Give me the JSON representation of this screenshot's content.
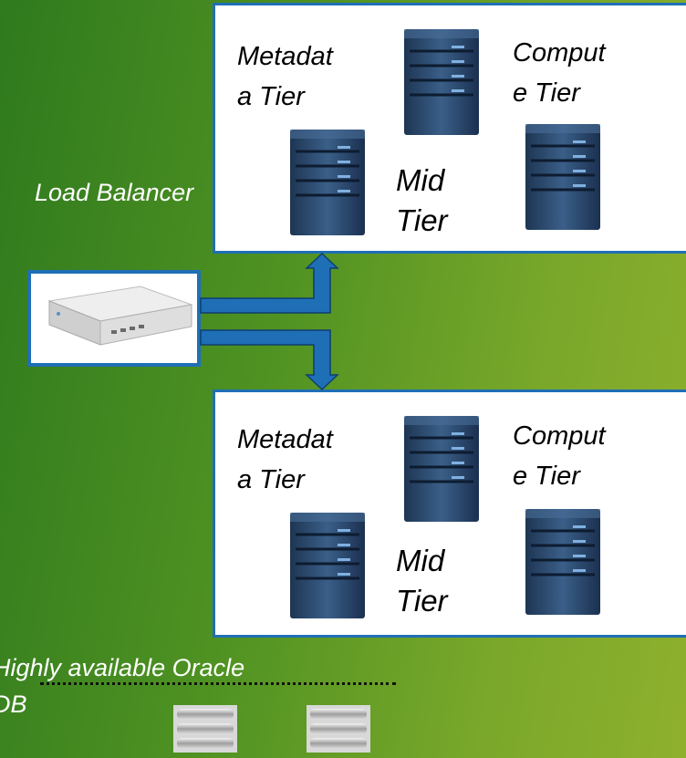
{
  "load_balancer": {
    "label": "Load Balancer"
  },
  "clusters": [
    {
      "metadata_tier": {
        "line1": "Metadat",
        "line2": "a Tier"
      },
      "compute_tier": {
        "line1": "Comput",
        "line2": "e Tier"
      },
      "mid_tier": {
        "line1": "Mid",
        "line2": "Tier"
      }
    },
    {
      "metadata_tier": {
        "line1": "Metadat",
        "line2": "a Tier"
      },
      "compute_tier": {
        "line1": "Comput",
        "line2": "e Tier"
      },
      "mid_tier": {
        "line1": "Mid",
        "line2": "Tier"
      }
    }
  ],
  "database": {
    "line1": "Highly available  Oracle",
    "line2": "DB"
  },
  "colors": {
    "box_border": "#1f6fb6",
    "server_body": "#2f4c6e",
    "arrow": "#1f6fb6"
  }
}
